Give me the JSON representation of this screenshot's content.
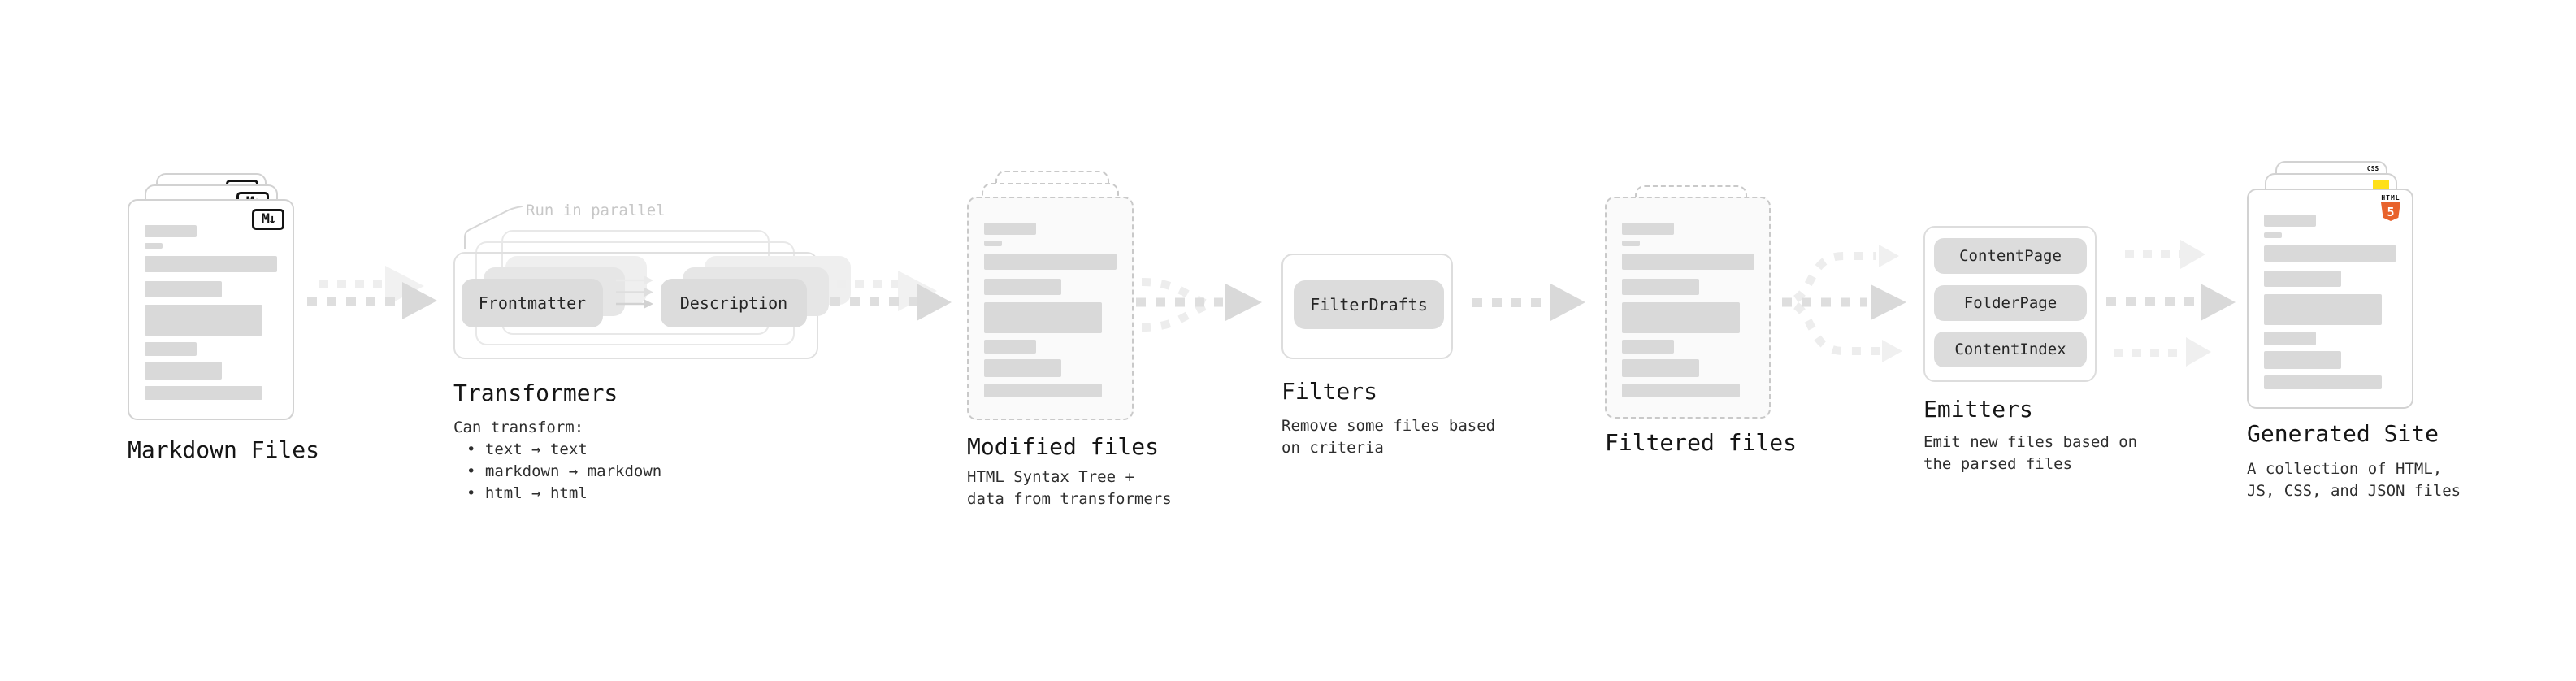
{
  "stages": {
    "markdown": {
      "title": "Markdown Files",
      "badge": "M↓"
    },
    "transformers": {
      "title": "Transformers",
      "note": "Run in parallel",
      "pill_input": "Frontmatter",
      "pill_output": "Description",
      "caption": "Can transform:",
      "bullets": [
        "• text → text",
        "• markdown → markdown",
        "• html → html"
      ]
    },
    "modified": {
      "title": "Modified files",
      "caption_line1": "HTML Syntax Tree +",
      "caption_line2": "data from transformers"
    },
    "filters": {
      "title": "Filters",
      "pill": "FilterDrafts",
      "caption_line1": "Remove some files based",
      "caption_line2": "on criteria"
    },
    "filtered": {
      "title": "Filtered files"
    },
    "emitters": {
      "title": "Emitters",
      "pills": [
        "ContentPage",
        "FolderPage",
        "ContentIndex"
      ],
      "caption_line1": "Emit new files based on",
      "caption_line2": "the parsed files"
    },
    "generated": {
      "title": "Generated Site",
      "caption_line1": "A collection of HTML,",
      "caption_line2": "JS, CSS, and JSON files",
      "css_badge": "CSS",
      "html5_badge_label": "HTML",
      "html5_badge_number": "5"
    }
  },
  "colors": {
    "html5_orange": "#E8632C",
    "js_yellow": "#FFE01A",
    "css_blue": "#2D6AE3",
    "skeleton_bar_gray": "#D9D9D9",
    "arrow_gray": "#D9D9D9",
    "arrow_light_gray": "#F0F0F0"
  }
}
